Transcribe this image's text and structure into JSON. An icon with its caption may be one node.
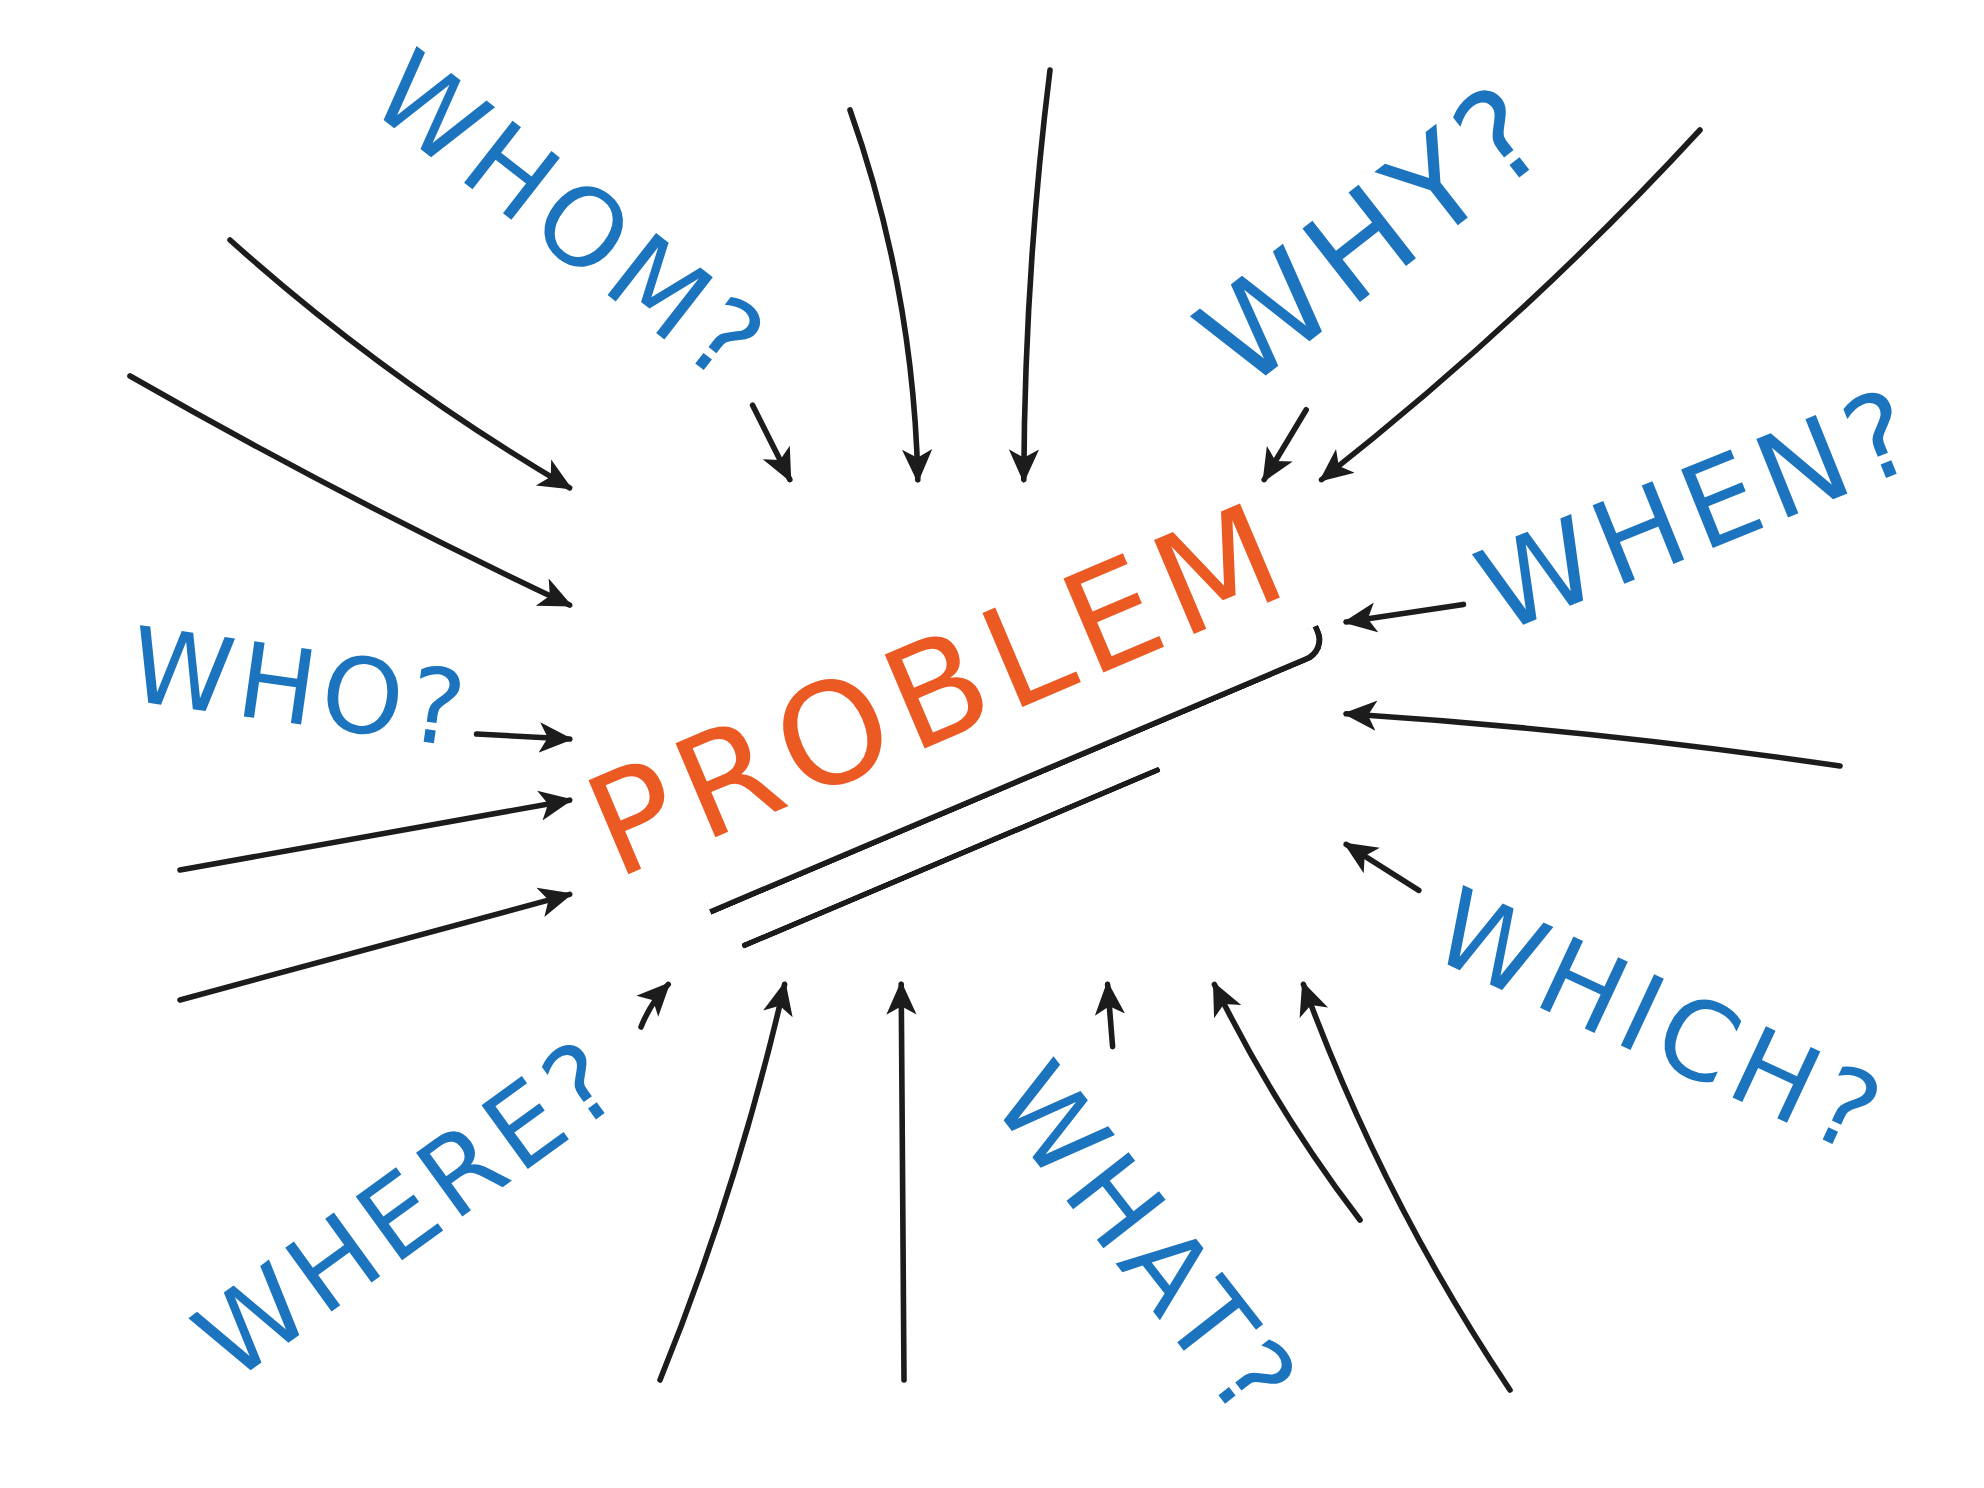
{
  "diagram": {
    "nodes": [
      {
        "text": [
          "WHOM?"
        ]
      },
      {
        "text": [
          "WHY?"
        ]
      },
      {
        "text": [
          "WHEN?"
        ]
      },
      {
        "text": [
          "WHO?"
        ]
      },
      {
        "text": [
          "PROBLEM"
        ]
      },
      {
        "text": [
          "WHICH?"
        ]
      },
      {
        "text": [
          "WHERE?"
        ]
      },
      {
        "text": [
          "WHAT?"
        ]
      }
    ],
    "edges": [
      {
        "from": null,
        "to": 4,
        "arrow": "to"
      },
      {
        "from": 2,
        "to": 4,
        "arrow": "to"
      },
      {
        "from": null,
        "to": 4,
        "arrow": "to"
      },
      {
        "from": 1,
        "to": 4,
        "arrow": "to"
      },
      {
        "from": null,
        "to": 4,
        "arrow": "to"
      },
      {
        "from": null,
        "to": 4,
        "arrow": "to"
      },
      {
        "from": 0,
        "to": 4,
        "arrow": "to"
      },
      {
        "from": null,
        "to": 4,
        "arrow": "to"
      },
      {
        "from": null,
        "to": 4,
        "arrow": "to"
      },
      {
        "from": 3,
        "to": 4,
        "arrow": "to"
      },
      {
        "from": null,
        "to": 4,
        "arrow": "to"
      },
      {
        "from": null,
        "to": 4,
        "arrow": "to"
      },
      {
        "from": 6,
        "to": 4,
        "arrow": "to"
      },
      {
        "from": null,
        "to": 4,
        "arrow": "to"
      },
      {
        "from": null,
        "to": 4,
        "arrow": "to"
      },
      {
        "from": 7,
        "to": 4,
        "arrow": "to"
      },
      {
        "from": null,
        "to": 4,
        "arrow": "to"
      },
      {
        "from": null,
        "to": 4,
        "arrow": "to"
      },
      {
        "from": 5,
        "to": 4,
        "arrow": "to"
      }
    ]
  }
}
